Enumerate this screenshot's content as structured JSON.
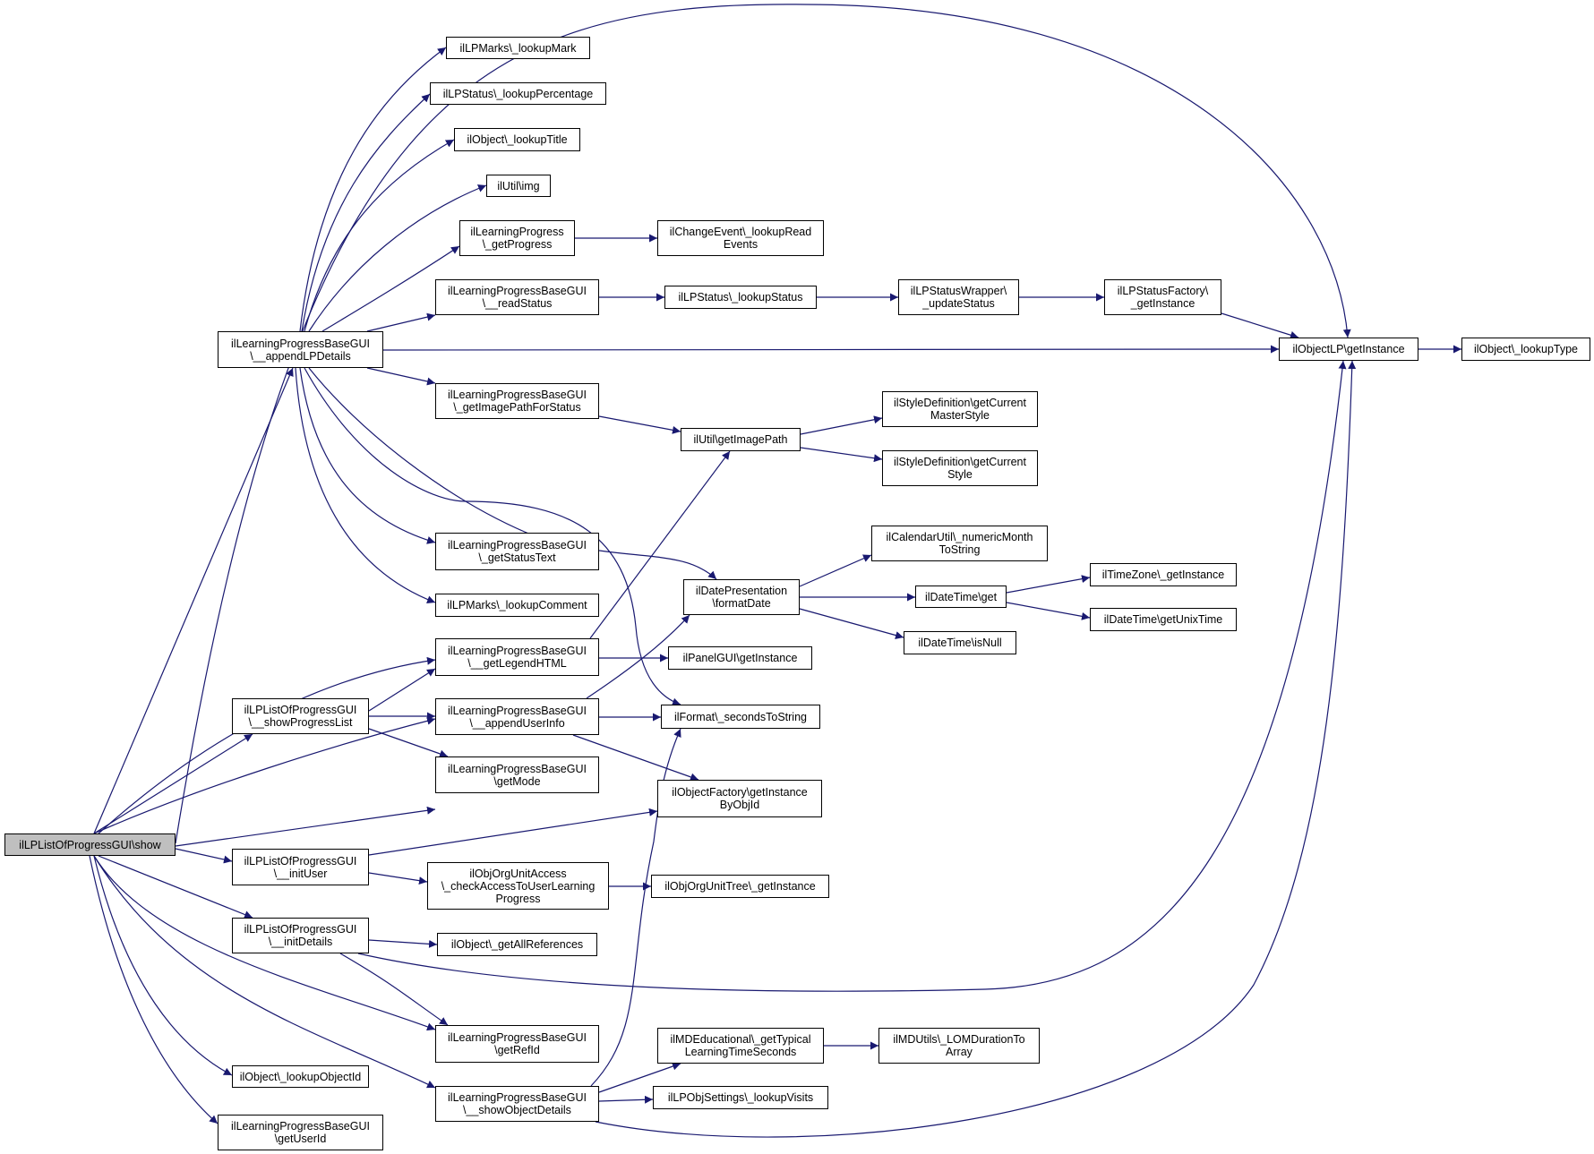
{
  "colors": {
    "edge": "#191970",
    "root_fill": "#bfbfbf",
    "node_fill": "#ffffff",
    "border": "#000000"
  },
  "nodes": {
    "root": "ilLPListOfProgressGUI\\show",
    "lp_lookup_mark": "ilLPMarks\\_lookupMark",
    "lp_status_lookup_percentage": "ilLPStatus\\_lookupPercentage",
    "object_lookup_title": "ilObject\\_lookupTitle",
    "util_img": "ilUtil\\img",
    "learning_progress_get_progress": "ilLearningProgress\n\\_getProgress",
    "change_event_lookup_read_events": "ilChangeEvent\\_lookupRead\nEvents",
    "lpbase_read_status": "ilLearningProgressBaseGUI\n\\__readStatus",
    "lp_status_lookup_status": "ilLPStatus\\_lookupStatus",
    "lp_status_wrapper_update_status": "ilLPStatusWrapper\\\n_updateStatus",
    "lp_status_factory_get_instance": "ilLPStatusFactory\\\n_getInstance",
    "lpbase_append_lp_details": "ilLearningProgressBaseGUI\n\\__appendLPDetails",
    "object_lp_get_instance": "ilObjectLP\\getInstance",
    "object_lookup_type": "ilObject\\_lookupType",
    "lpbase_get_image_path_for_status": "ilLearningProgressBaseGUI\n\\_getImagePathForStatus",
    "style_def_get_current_master_style": "ilStyleDefinition\\getCurrent\nMasterStyle",
    "util_get_image_path": "ilUtil\\getImagePath",
    "style_def_get_current_style": "ilStyleDefinition\\getCurrent\nStyle",
    "calendar_util_numeric_month": "ilCalendarUtil\\_numericMonth\nToString",
    "lpbase_get_status_text": "ilLearningProgressBaseGUI\n\\_getStatusText",
    "timezone_get_instance": "ilTimeZone\\_getInstance",
    "date_presentation_format_date": "ilDatePresentation\n\\formatDate",
    "datetime_get": "ilDateTime\\get",
    "lp_marks_lookup_comment": "ilLPMarks\\_lookupComment",
    "datetime_get_unix_time": "ilDateTime\\getUnixTime",
    "datetime_is_null": "ilDateTime\\isNull",
    "lpbase_get_legend_html": "ilLearningProgressBaseGUI\n\\__getLegendHTML",
    "panel_gui_get_instance": "ilPanelGUI\\getInstance",
    "list_show_progress_list": "ilLPListOfProgressGUI\n\\__showProgressList",
    "lpbase_append_user_info": "ilLearningProgressBaseGUI\n\\__appendUserInfo",
    "format_seconds_to_string": "ilFormat\\_secondsToString",
    "lpbase_get_mode": "ilLearningProgressBaseGUI\n\\getMode",
    "object_factory_get_instance_by_obj_id": "ilObjectFactory\\getInstance\nByObjId",
    "list_init_user": "ilLPListOfProgressGUI\n\\__initUser",
    "org_unit_access_check": "ilObjOrgUnitAccess\n\\_checkAccessToUserLearning\nProgress",
    "org_unit_tree_get_instance": "ilObjOrgUnitTree\\_getInstance",
    "list_init_details": "ilLPListOfProgressGUI\n\\__initDetails",
    "object_get_all_references": "ilObject\\_getAllReferences",
    "lpbase_get_ref_id": "ilLearningProgressBaseGUI\n\\getRefId",
    "md_educational_typical_time": "ilMDEducational\\_getTypical\nLearningTimeSeconds",
    "md_utils_lom_duration": "ilMDUtils\\_LOMDurationTo\nArray",
    "object_lookup_object_id": "ilObject\\_lookupObjectId",
    "lpbase_show_object_details": "ilLearningProgressBaseGUI\n\\__showObjectDetails",
    "lp_obj_settings_lookup_visits": "ilLPObjSettings\\_lookupVisits",
    "lpbase_get_user_id": "ilLearningProgressBaseGUI\n\\getUserId"
  }
}
